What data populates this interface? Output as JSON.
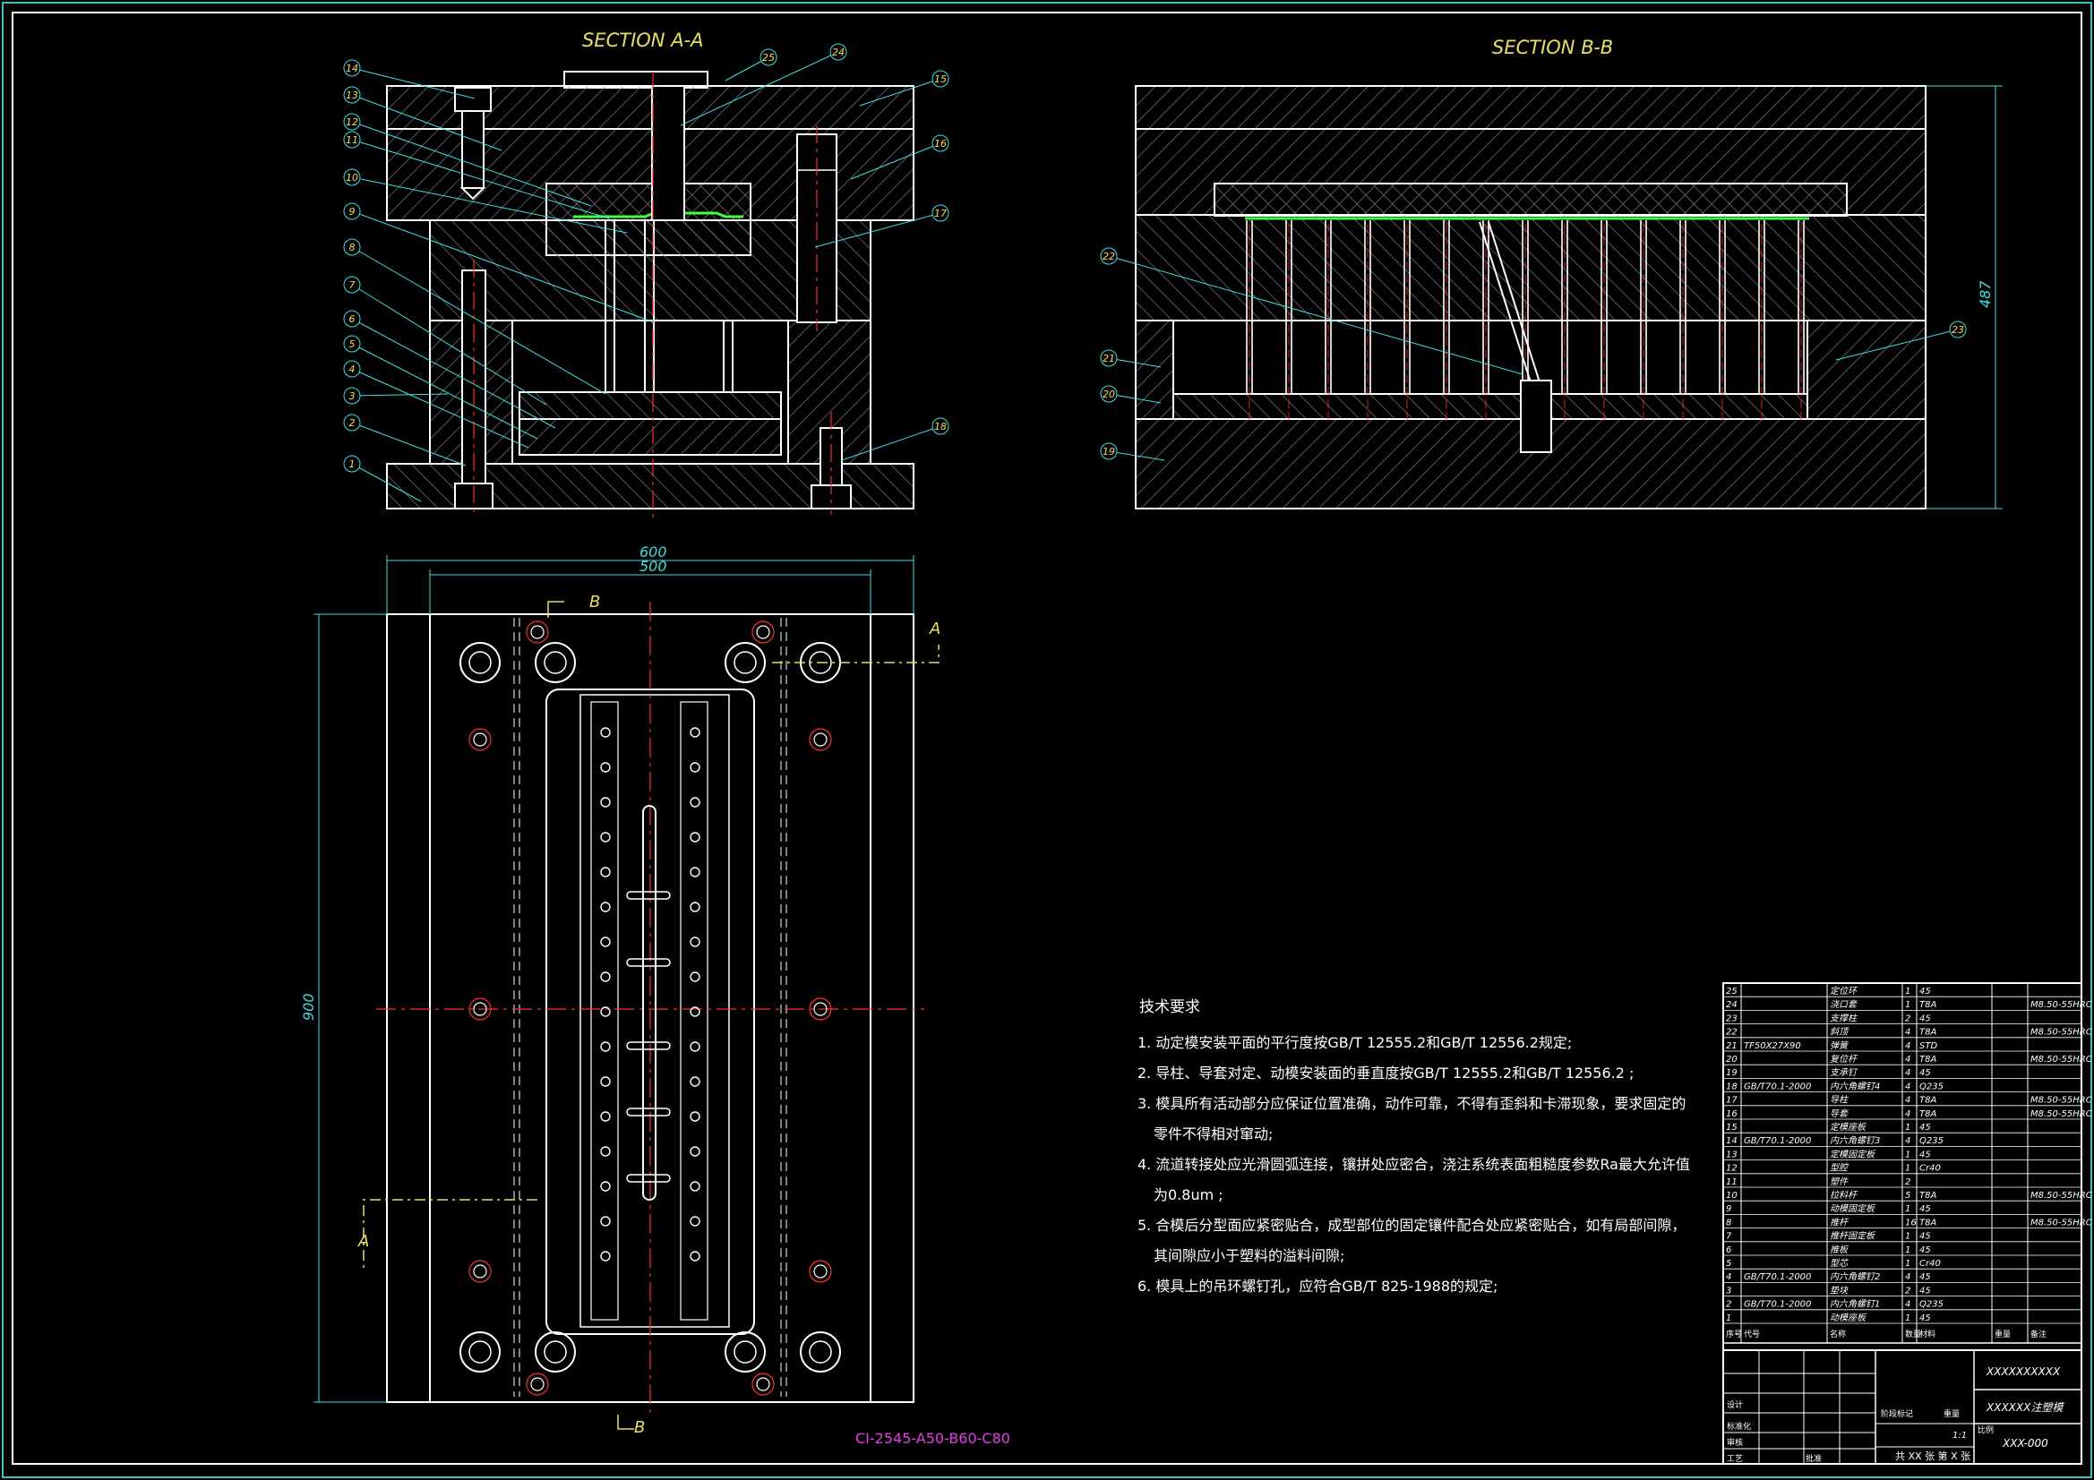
{
  "sections": {
    "a_title": "SECTION A-A",
    "b_title": "SECTION B-B"
  },
  "balloons_a": [
    "1",
    "2",
    "3",
    "4",
    "5",
    "6",
    "7",
    "8",
    "9",
    "10",
    "11",
    "12",
    "13",
    "14",
    "15",
    "16",
    "17",
    "18",
    "24",
    "25"
  ],
  "balloons_b": [
    "19",
    "20",
    "21",
    "22",
    "23"
  ],
  "dimensions": {
    "width_outer": "600",
    "width_inner": "500",
    "height_plan": "900",
    "height_side": "487"
  },
  "section_marks": {
    "b_top": "B",
    "b_bottom": "B",
    "a_right": "A",
    "a_left": "A"
  },
  "tech_requirements": {
    "title": "技术要求",
    "items": [
      "1. 动定模安装平面的平行度按GB/T 12555.2和GB/T 12556.2规定;",
      "2. 导柱、导套对定、动模安装面的垂直度按GB/T 12555.2和GB/T 12556.2 ;",
      "3. 模具所有活动部分应保证位置准确，动作可靠，不得有歪斜和卡滞现象，要求固定的",
      "零件不得相对窜动;",
      "4. 流道转接处应光滑圆弧连接，镶拼处应密合，浇注系统表面粗糙度参数Ra最大允许值",
      "为0.8um ;",
      "5. 合模后分型面应紧密贴合，成型部位的固定镶件配合处应紧密贴合，如有局部间隙，",
      "其间隙应小于塑料的溢料间隙;",
      "6. 模具上的吊环螺钉孔，应符合GB/T 825-1988的规定;"
    ]
  },
  "drawing_code": "CI-2545-A50-B60-C80",
  "bom": [
    {
      "no": "25",
      "std": "",
      "name": "定位环",
      "qty": "1",
      "mat": "45",
      "note": ""
    },
    {
      "no": "24",
      "std": "",
      "name": "浇口套",
      "qty": "1",
      "mat": "T8A",
      "note": "M8.50-55HRC"
    },
    {
      "no": "23",
      "std": "",
      "name": "支撑柱",
      "qty": "2",
      "mat": "45",
      "note": ""
    },
    {
      "no": "22",
      "std": "",
      "name": "斜顶",
      "qty": "4",
      "mat": "T8A",
      "note": "M8.50-55HRC"
    },
    {
      "no": "21",
      "std": "TF50X27X90",
      "name": "弹簧",
      "qty": "4",
      "mat": "STD",
      "note": ""
    },
    {
      "no": "20",
      "std": "",
      "name": "复位杆",
      "qty": "4",
      "mat": "T8A",
      "note": "M8.50-55HRC"
    },
    {
      "no": "19",
      "std": "",
      "name": "支承钉",
      "qty": "4",
      "mat": "45",
      "note": ""
    },
    {
      "no": "18",
      "std": "GB/T70.1-2000",
      "name": "内六角螺钉4",
      "qty": "4",
      "mat": "Q235",
      "note": ""
    },
    {
      "no": "17",
      "std": "",
      "name": "导柱",
      "qty": "4",
      "mat": "T8A",
      "note": "M8.50-55HRC"
    },
    {
      "no": "16",
      "std": "",
      "name": "导套",
      "qty": "4",
      "mat": "T8A",
      "note": "M8.50-55HRC"
    },
    {
      "no": "15",
      "std": "",
      "name": "定模座板",
      "qty": "1",
      "mat": "45",
      "note": ""
    },
    {
      "no": "14",
      "std": "GB/T70.1-2000",
      "name": "内六角螺钉3",
      "qty": "4",
      "mat": "Q235",
      "note": ""
    },
    {
      "no": "13",
      "std": "",
      "name": "定模固定板",
      "qty": "1",
      "mat": "45",
      "note": ""
    },
    {
      "no": "12",
      "std": "",
      "name": "型腔",
      "qty": "1",
      "mat": "Cr40",
      "note": ""
    },
    {
      "no": "11",
      "std": "",
      "name": "塑件",
      "qty": "2",
      "mat": "",
      "note": ""
    },
    {
      "no": "10",
      "std": "",
      "name": "拉料杆",
      "qty": "5",
      "mat": "T8A",
      "note": "M8.50-55HRC"
    },
    {
      "no": "9",
      "std": "",
      "name": "动模固定板",
      "qty": "1",
      "mat": "45",
      "note": ""
    },
    {
      "no": "8",
      "std": "",
      "name": "推杆",
      "qty": "16",
      "mat": "T8A",
      "note": "M8.50-55HRC"
    },
    {
      "no": "7",
      "std": "",
      "name": "推杆固定板",
      "qty": "1",
      "mat": "45",
      "note": ""
    },
    {
      "no": "6",
      "std": "",
      "name": "推板",
      "qty": "1",
      "mat": "45",
      "note": ""
    },
    {
      "no": "5",
      "std": "",
      "name": "型芯",
      "qty": "1",
      "mat": "Cr40",
      "note": ""
    },
    {
      "no": "4",
      "std": "GB/T70.1-2000",
      "name": "内六角螺钉2",
      "qty": "4",
      "mat": "45",
      "note": ""
    },
    {
      "no": "3",
      "std": "",
      "name": "垫块",
      "qty": "2",
      "mat": "45",
      "note": ""
    },
    {
      "no": "2",
      "std": "GB/T70.1-2000",
      "name": "内六角螺钉1",
      "qty": "4",
      "mat": "Q235",
      "note": ""
    },
    {
      "no": "1",
      "std": "",
      "name": "动模座板",
      "qty": "1",
      "mat": "45",
      "note": ""
    }
  ],
  "bom_header": {
    "no": "序号",
    "std": "代号",
    "name": "名称",
    "qty": "数量",
    "mat": "材料",
    "weight": "重量",
    "note": "备注"
  },
  "title_block": {
    "company": "XXXXXXXXXX",
    "title": "XXXXXX注塑模",
    "drawing_no": "XXX-000",
    "scale": "1:1",
    "sheets": "共 XX 张  第 X 张",
    "labels": [
      "设计",
      "标准化",
      "审核",
      "工艺",
      "批准",
      "阶段标记",
      "重量",
      "比例"
    ]
  },
  "colors": {
    "outline": "#ffffff",
    "hatch": "#8a8a8a",
    "center": "#ff3030",
    "dim": "#40e0e0",
    "label": "#e8e060",
    "part": "#40ff40",
    "code": "#e040e0"
  }
}
